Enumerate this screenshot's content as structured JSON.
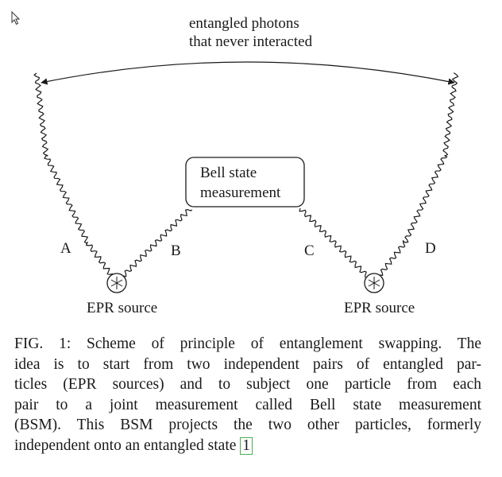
{
  "diagram": {
    "top_label": [
      "entangled photons",
      "that never interacted"
    ],
    "bsm_label": [
      "Bell state",
      "measurement"
    ],
    "photon_labels": [
      "A",
      "B",
      "C",
      "D"
    ],
    "source_labels": [
      "EPR source",
      "EPR source"
    ]
  },
  "caption": {
    "lines": [
      "FIG. 1: Scheme of principle of entanglement swapping. The",
      "idea is to start from two independent pairs of entangled par-",
      "ticles (EPR sources) and to subject one particle from each",
      "pair to a joint measurement called Bell state measurement",
      "(BSM). This BSM projects the two other particles, formerly"
    ],
    "last_line": "independent onto an entangled state",
    "citation": "1"
  },
  "colors": {
    "ink": "#1a1a1a",
    "citation_border": "#4caf50"
  }
}
